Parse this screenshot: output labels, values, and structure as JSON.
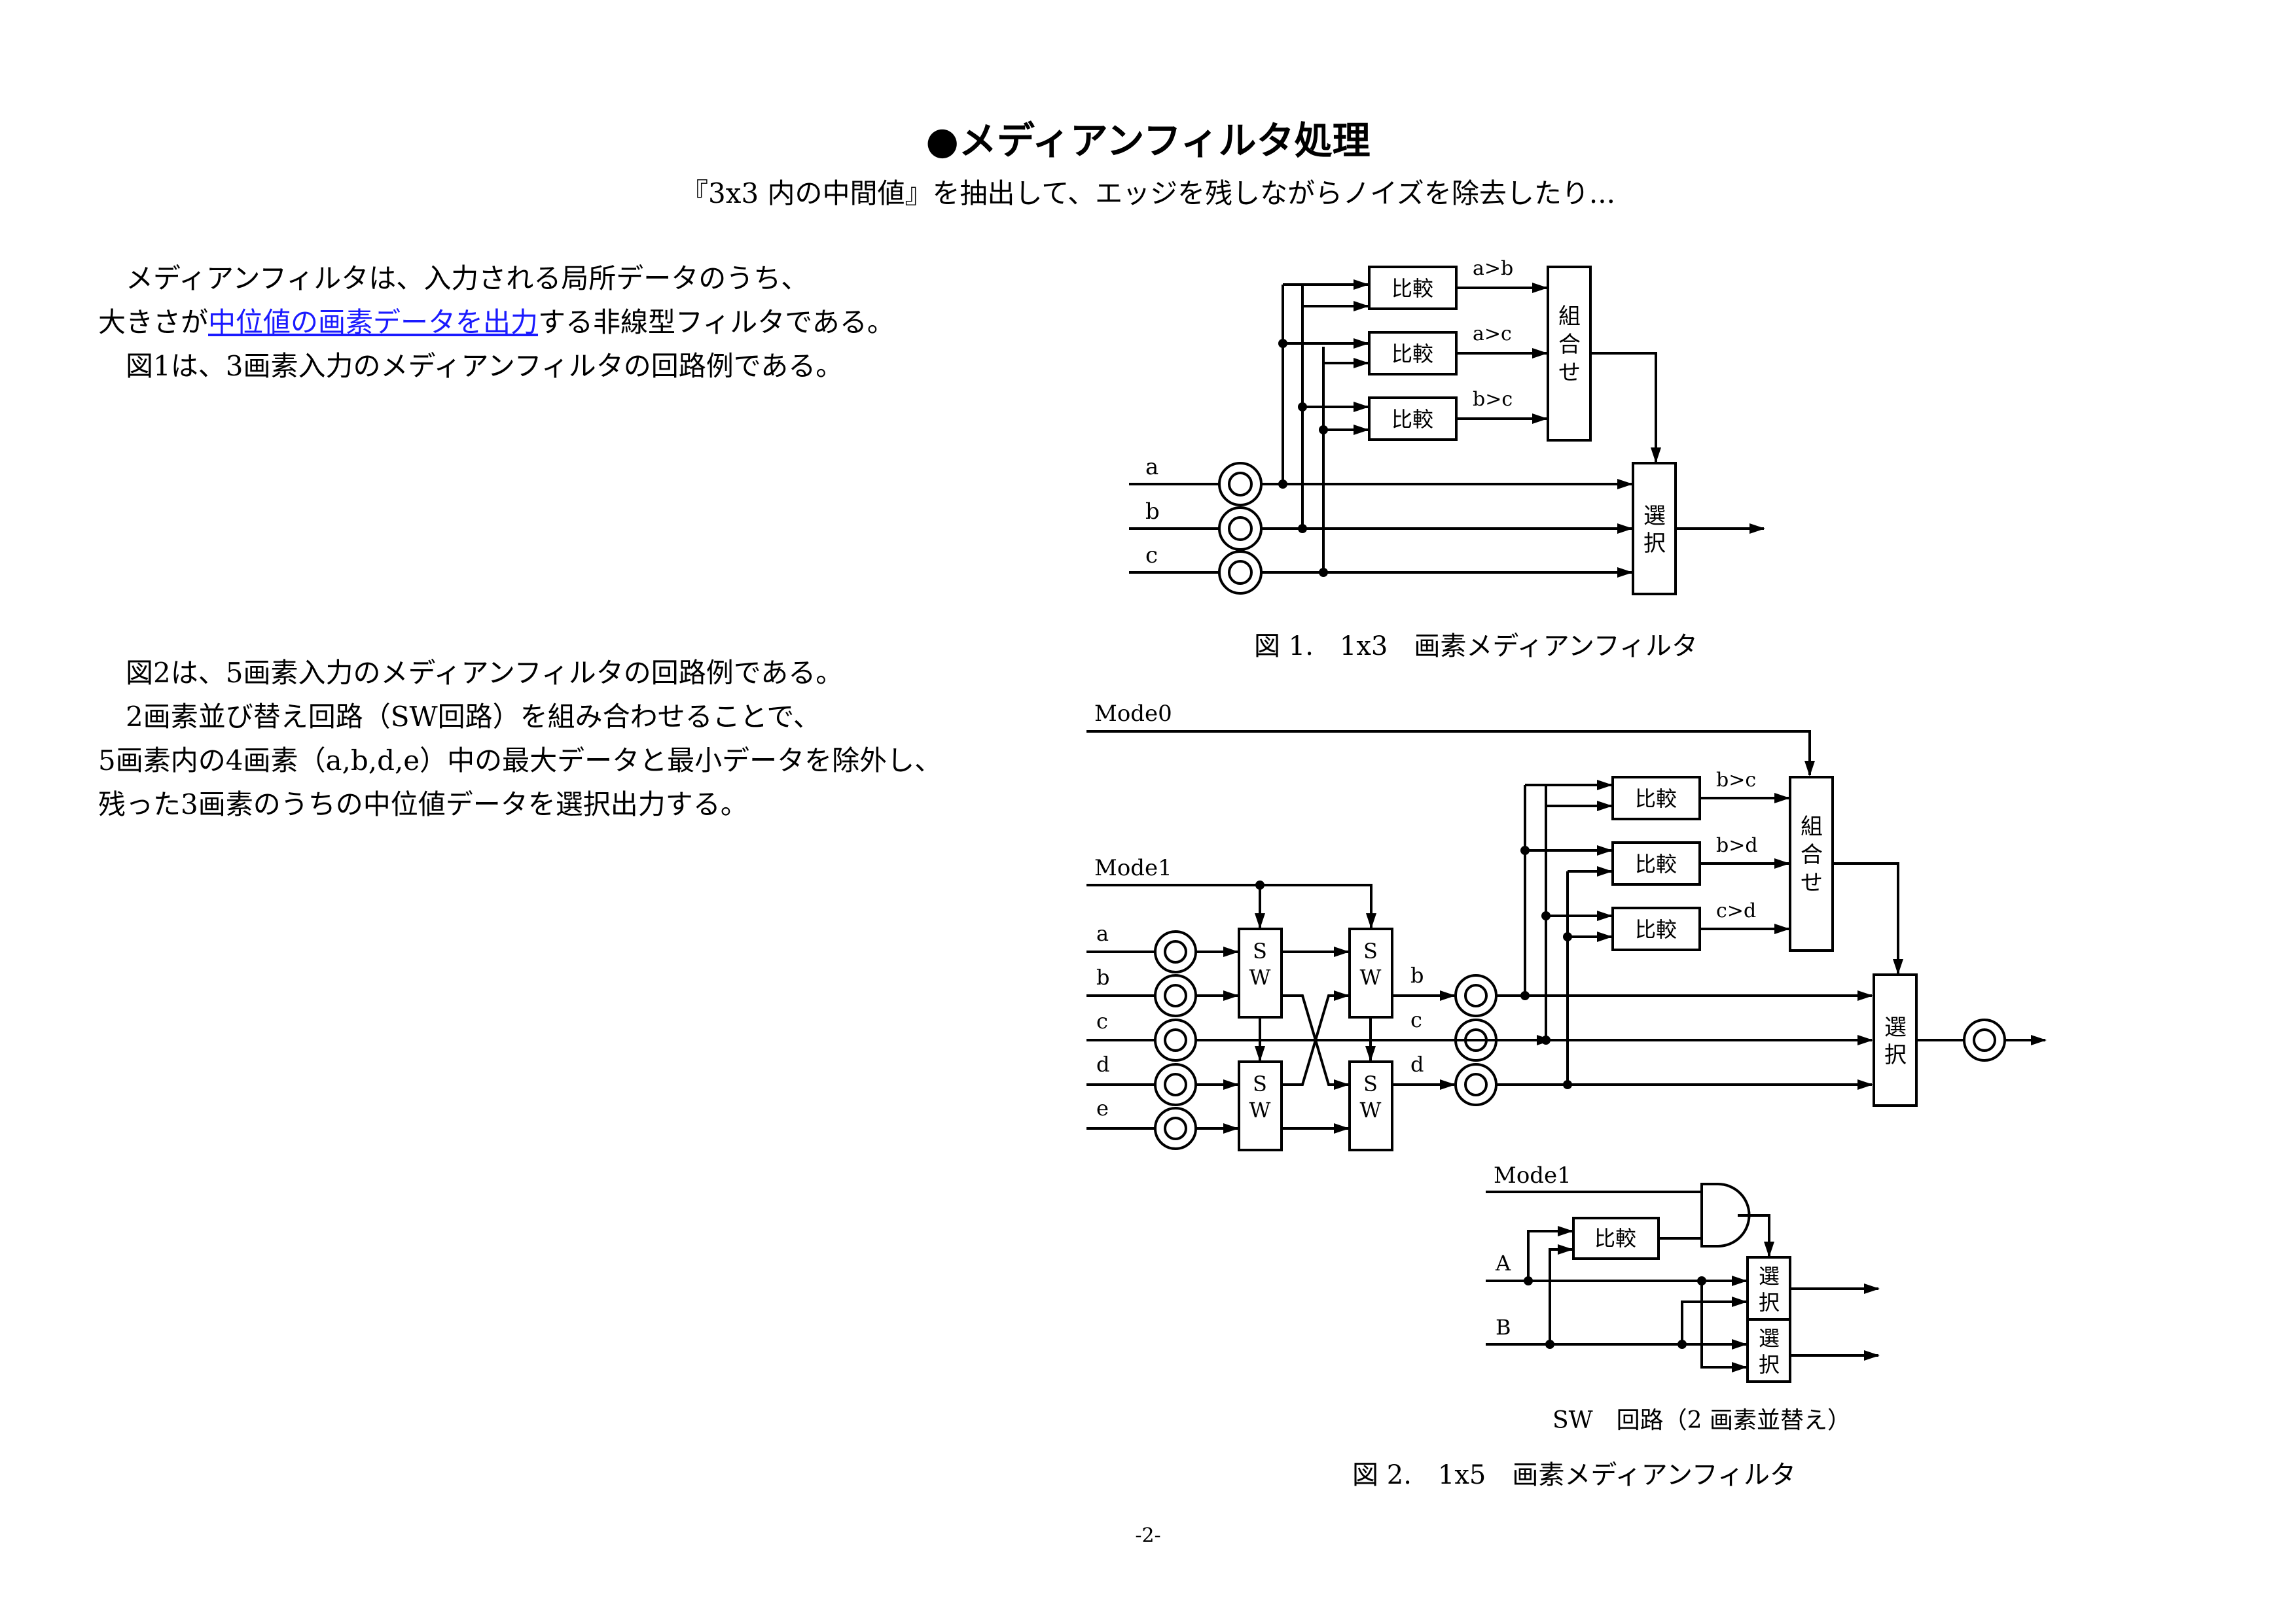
{
  "header": {
    "title": "●メディアンフィルタ処理",
    "subtitle": "『3x3 内の中間値』を抽出して、エッジを残しながらノイズを除去したり..."
  },
  "section1": {
    "line1": "　メディアンフィルタは、入力される局所データのうち、",
    "line2_pre": "大きさが",
    "line2_link": "中位値の画素データを出力",
    "line2_post": "する非線型フィルタである。",
    "line3": "　図1は、3画素入力のメディアンフィルタの回路例である。"
  },
  "section2": {
    "line1": "　図2は、5画素入力のメディアンフィルタの回路例である。",
    "line2": "　2画素並び替え回路（SW回路）を組み合わせることで、",
    "line3": "5画素内の4画素（a,b,d,e）中の最大データと最小データを除外し、",
    "line4": "残った3画素のうちの中位値データを選択出力する。"
  },
  "fig1": {
    "caption": "図 1.　1x3　画素メディアンフィルタ",
    "inputs": [
      "a",
      "b",
      "c"
    ],
    "compare_label": "比較",
    "compare_outputs": [
      "a>b",
      "a>c",
      "b>c"
    ],
    "combine_label": [
      "組",
      "合",
      "せ"
    ],
    "select_label": [
      "選",
      "択"
    ]
  },
  "fig2": {
    "caption": "図 2.　1x5　画素メディアンフィルタ",
    "mode0": "Mode0",
    "mode1": "Mode1",
    "inputs": [
      "a",
      "b",
      "c",
      "d",
      "e"
    ],
    "mid_labels": [
      "b",
      "c",
      "d"
    ],
    "sw_label": [
      "S",
      "W"
    ],
    "compare_label": "比較",
    "compare_outputs": [
      "b>c",
      "b>d",
      "c>d"
    ],
    "combine_label": [
      "組",
      "合",
      "せ"
    ],
    "select_label": [
      "選",
      "択"
    ]
  },
  "sw_circuit": {
    "caption": "SW　回路（2 画素並替え）",
    "mode": "Mode1",
    "inputs": [
      "A",
      "B"
    ],
    "compare_label": "比較",
    "select_label": [
      "選",
      "択"
    ]
  },
  "footer": {
    "page": "-2-"
  }
}
